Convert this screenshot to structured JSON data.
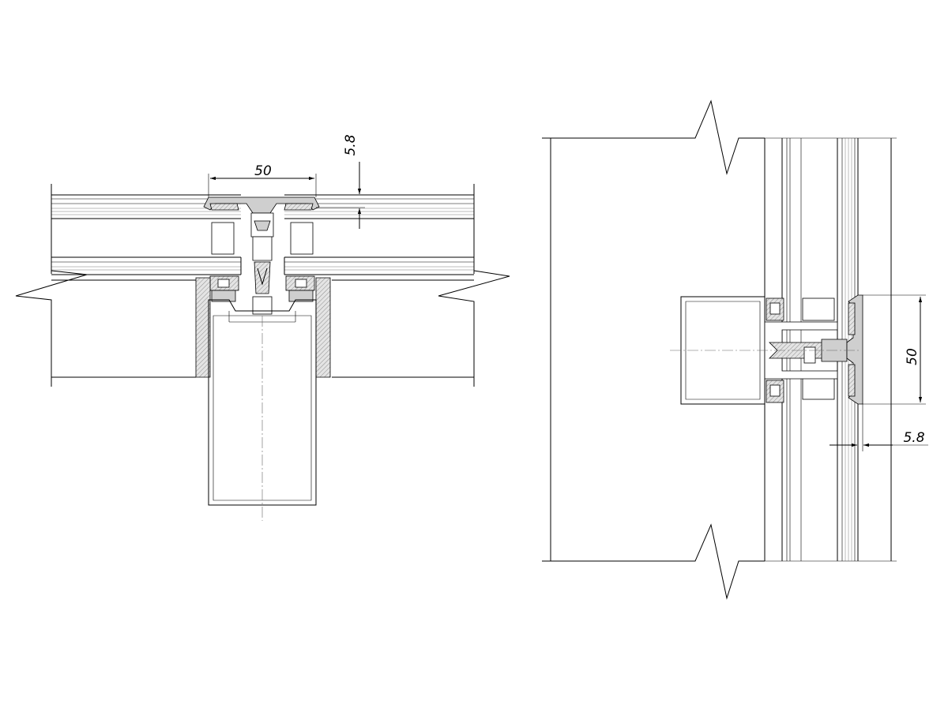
{
  "drawing": {
    "left_section": {
      "width_dimension": "50",
      "depth_dimension": "5.8"
    },
    "right_section": {
      "width_dimension": "50",
      "depth_dimension": "5.8"
    }
  }
}
